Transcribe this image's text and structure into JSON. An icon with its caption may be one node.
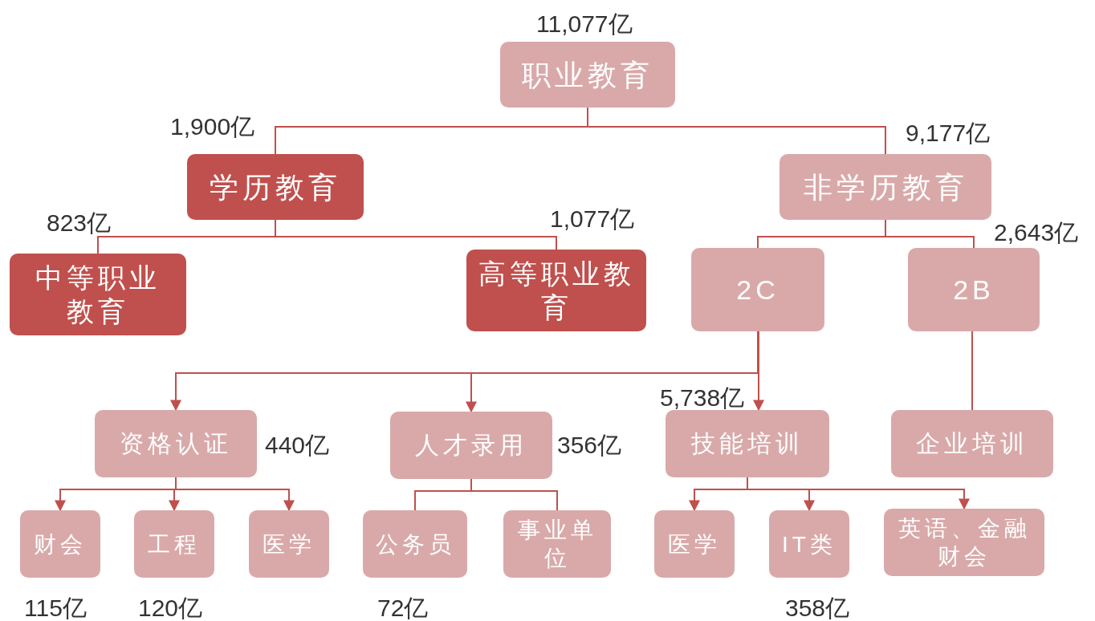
{
  "diagram": {
    "nodes": [
      {
        "text": [
          "职业教育"
        ],
        "beside": [
          "11,077亿"
        ]
      },
      {
        "text": [
          "学历教育"
        ],
        "beside": [
          "1,900亿"
        ]
      },
      {
        "text": [
          "非学历教育"
        ],
        "beside": [
          "9,177亿"
        ]
      },
      {
        "text": [
          "中等职业教育"
        ],
        "beside": [
          "823亿"
        ]
      },
      {
        "text": [
          "高等职业教育"
        ],
        "beside": [
          "1,077亿"
        ]
      },
      {
        "text": [
          "2C"
        ]
      },
      {
        "text": [
          "2B"
        ],
        "beside": [
          "2,643亿"
        ]
      },
      {
        "text": [
          "资格认证"
        ],
        "beside": [
          "440亿"
        ]
      },
      {
        "text": [
          "人才录用"
        ],
        "beside": [
          "356亿"
        ]
      },
      {
        "text": [
          "技能培训"
        ],
        "beside": [
          "5,738亿"
        ]
      },
      {
        "text": [
          "企业培训"
        ]
      },
      {
        "text": [
          "财会"
        ],
        "beside": [
          "115亿"
        ]
      },
      {
        "text": [
          "工程"
        ],
        "beside": [
          "120亿"
        ]
      },
      {
        "text": [
          "医学"
        ]
      },
      {
        "text": [
          "公务员"
        ],
        "beside": [
          "72亿"
        ]
      },
      {
        "text": [
          "事业单位"
        ]
      },
      {
        "text": [
          "医学"
        ]
      },
      {
        "text": [
          "IT类"
        ],
        "beside": [
          "358亿"
        ]
      },
      {
        "text": [
          "英语、金融财会"
        ]
      }
    ],
    "edges": [
      {
        "from": 0,
        "to": 1,
        "arrow": "none"
      },
      {
        "from": 0,
        "to": 2,
        "arrow": "none"
      },
      {
        "from": 1,
        "to": 3,
        "arrow": "none"
      },
      {
        "from": 1,
        "to": 4,
        "arrow": "none"
      },
      {
        "from": 2,
        "to": 5,
        "arrow": "none"
      },
      {
        "from": 2,
        "to": 6,
        "arrow": "none"
      },
      {
        "from": 5,
        "to": 7,
        "arrow": "to"
      },
      {
        "from": 5,
        "to": 8,
        "arrow": "to"
      },
      {
        "from": 5,
        "to": 9,
        "arrow": "to"
      },
      {
        "from": 6,
        "to": 10,
        "arrow": "none"
      },
      {
        "from": 7,
        "to": 11,
        "arrow": "to"
      },
      {
        "from": 7,
        "to": 12,
        "arrow": "to"
      },
      {
        "from": 7,
        "to": 13,
        "arrow": "to"
      },
      {
        "from": 8,
        "to": 14,
        "arrow": "none"
      },
      {
        "from": 8,
        "to": 15,
        "arrow": "none"
      },
      {
        "from": 9,
        "to": 16,
        "arrow": "to"
      },
      {
        "from": 9,
        "to": 17,
        "arrow": "to"
      },
      {
        "from": 9,
        "to": 18,
        "arrow": "to"
      }
    ]
  }
}
